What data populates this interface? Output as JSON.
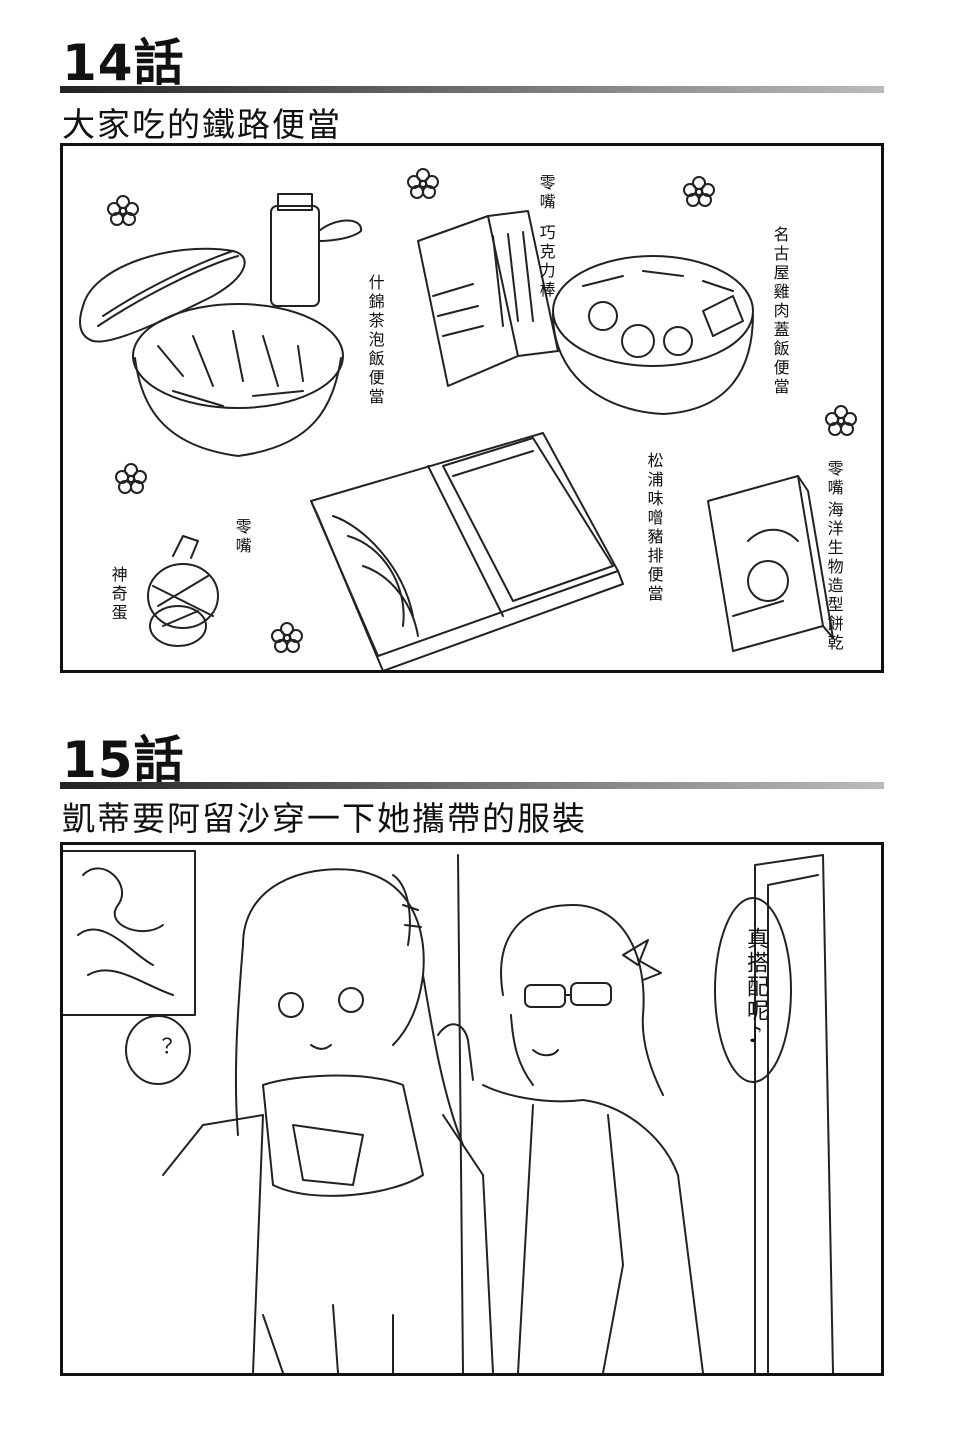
{
  "episode14": {
    "number": "14話",
    "title": "大家吃的鐵路便當",
    "labels": {
      "tea_rice": "什錦茶泡飯便當",
      "snack1": "零嘴",
      "pocky": "巧克力棒",
      "nagoya": "名古屋雞肉蓋飯便當",
      "matsuura": "松浦味噌豬排便當",
      "snack2": "零嘴",
      "sea_biscuit": "海洋生物造型餅乾",
      "snack3": "零嘴",
      "magic_egg": "神奇蛋"
    }
  },
  "episode15": {
    "number": "15話",
    "title": "凱蒂要阿留沙穿一下她攜帶的服裝",
    "question_bubble": "？",
    "speech_bubble": "真搭配呢♪"
  }
}
